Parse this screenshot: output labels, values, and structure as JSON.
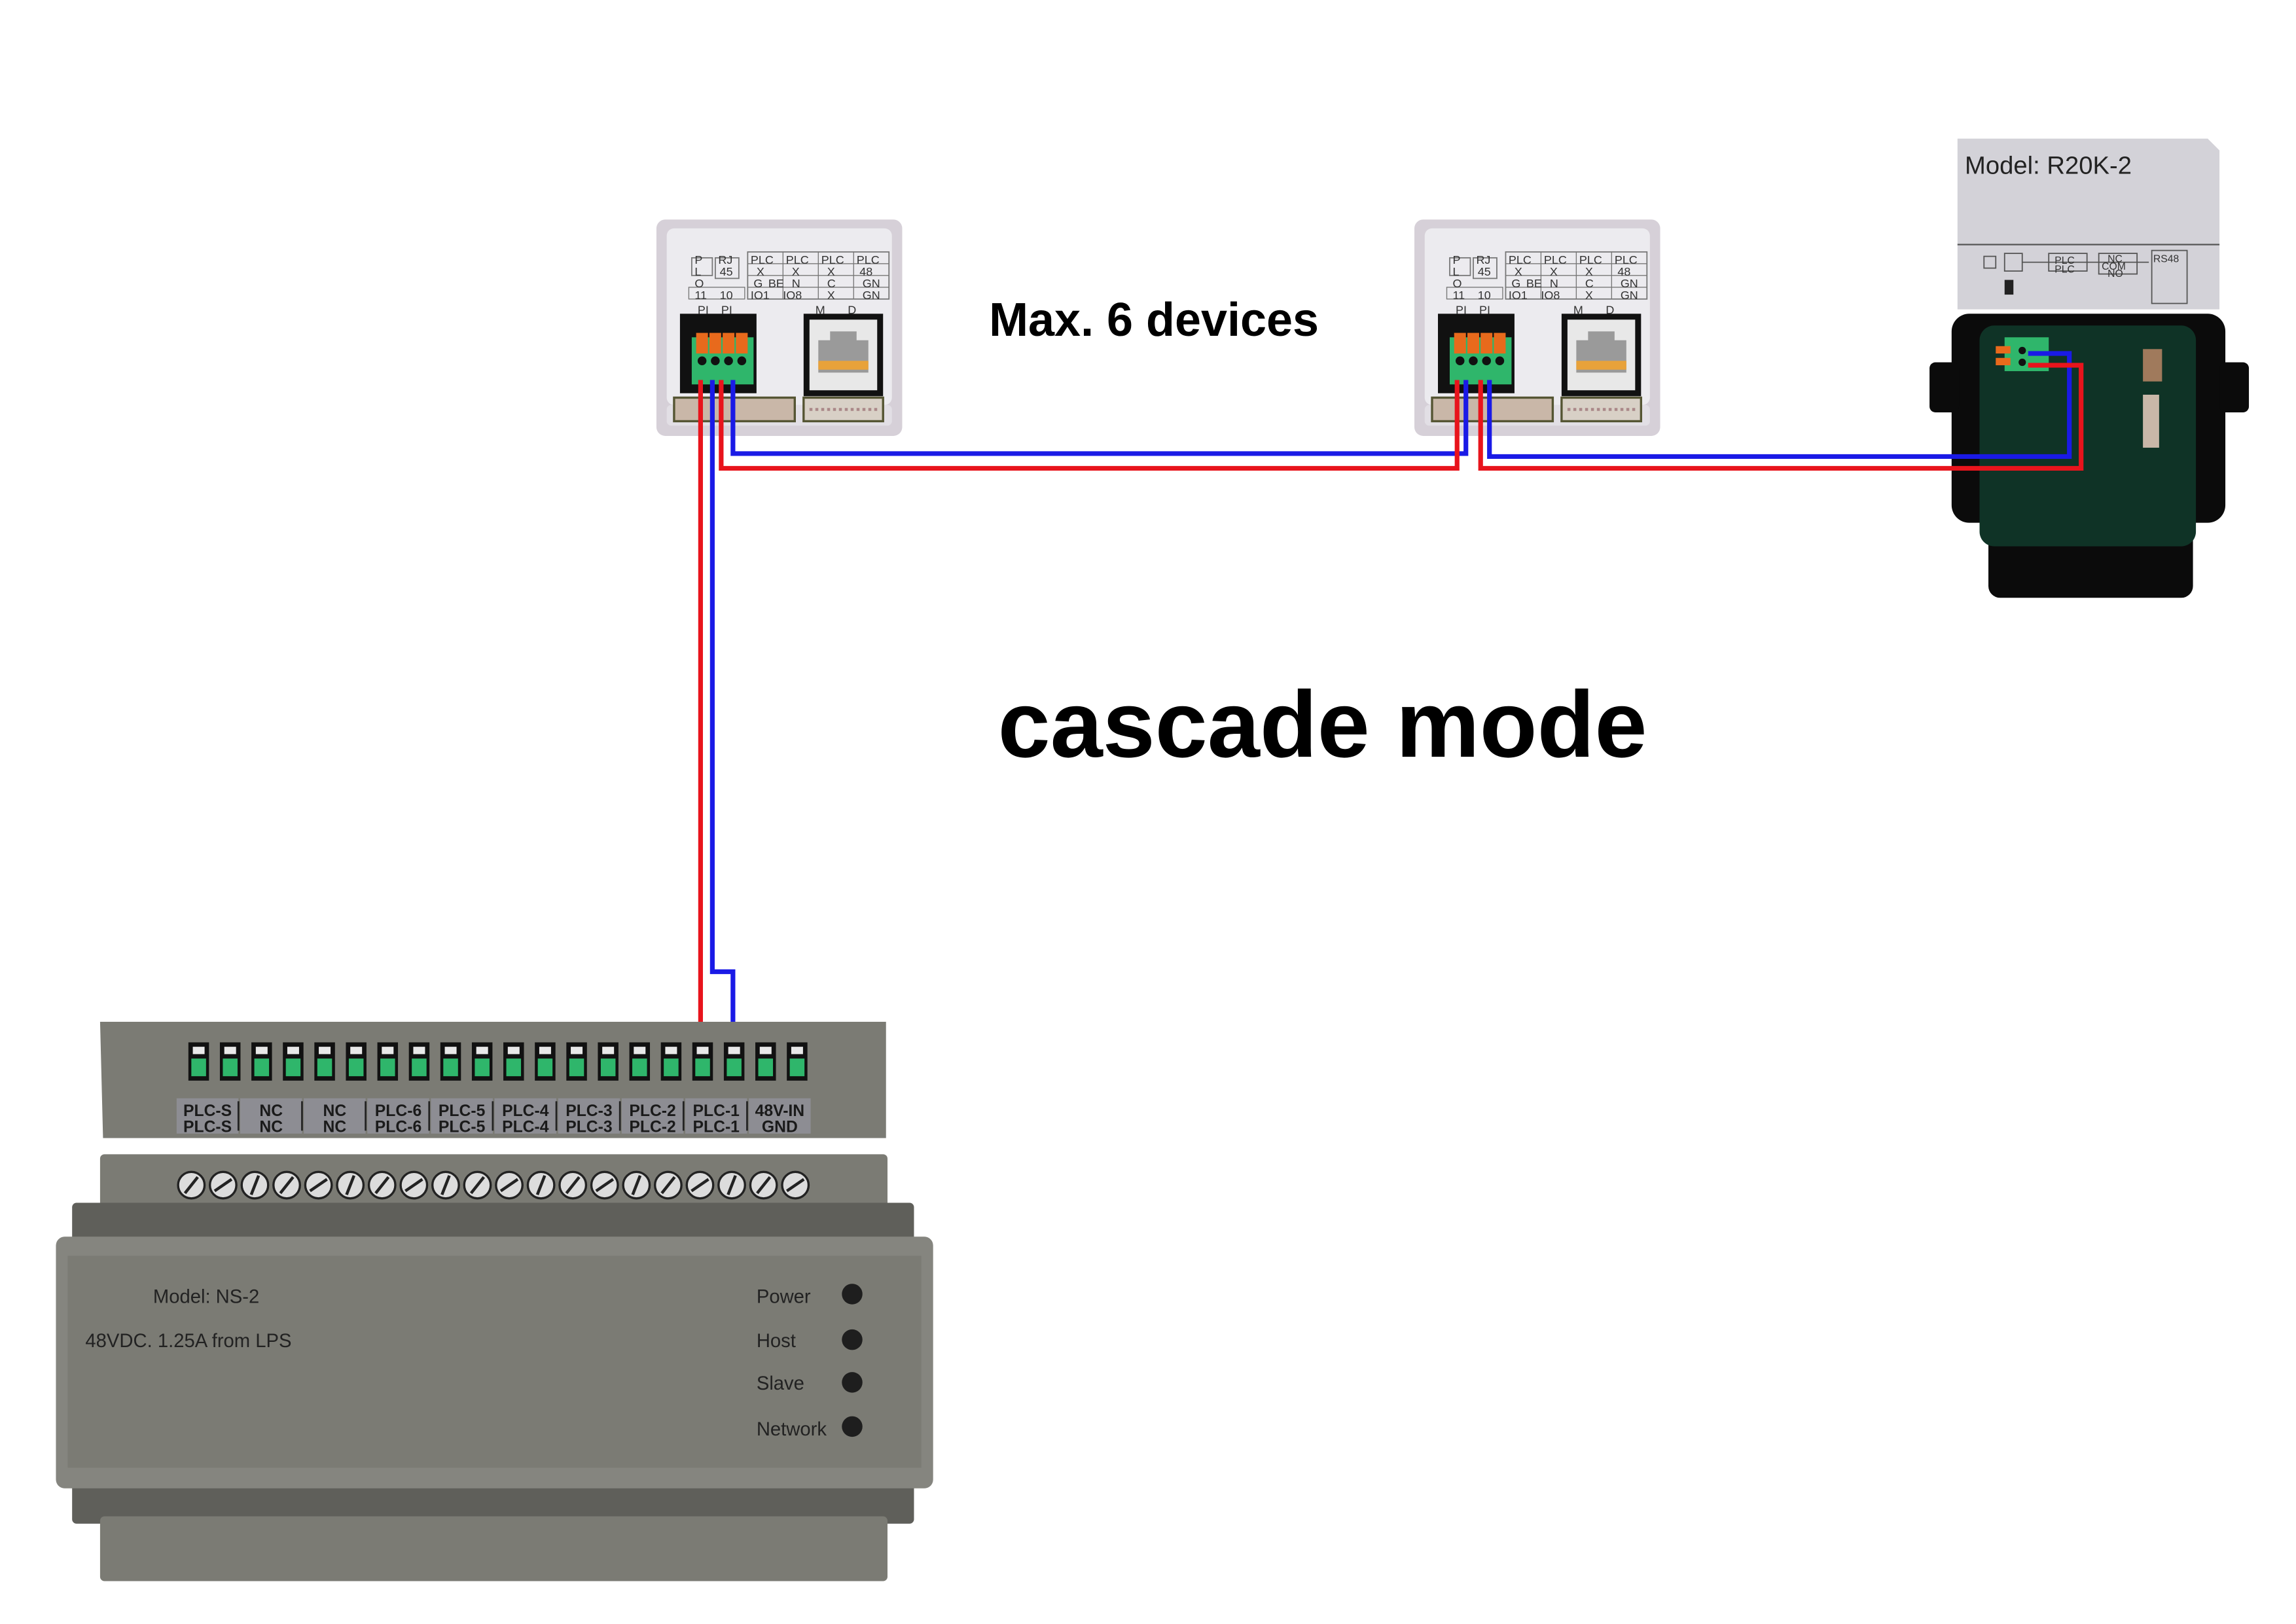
{
  "headline": "Max. 6 devices",
  "mode_title": "cascade mode",
  "colors": {
    "wire_red": "#e8141c",
    "wire_blue": "#1a1ae6",
    "terminal_green": "#2fb66b",
    "device_frame": "#d6d0d8",
    "device_face": "#ecebef",
    "ns_body": "#7b7b74",
    "r20k_body": "#0f3326"
  },
  "device_panel": {
    "top_labels": [
      "P",
      "RJ",
      "PLC",
      "PLC",
      "PLC",
      "PLC"
    ],
    "row2_labels": [
      "L",
      "45",
      "X",
      "X",
      "X",
      "48"
    ],
    "row3_labels": [
      "O",
      "G",
      "BE",
      "N",
      "C",
      "GN"
    ],
    "row4_labels": [
      "11",
      "10",
      "IO1",
      "IO8",
      "X",
      "GN"
    ],
    "bottom_labels": [
      "PI",
      "PI",
      "M",
      "D"
    ]
  },
  "r20k": {
    "model": "Model: R20K-2",
    "mini_labels": [
      "PLC",
      "PLC",
      "NC",
      "COM",
      "NO",
      "RS48"
    ]
  },
  "ns2": {
    "terminals_top": [
      "PLC-S",
      "NC",
      "NC",
      "PLC-6",
      "PLC-5",
      "PLC-4",
      "PLC-3",
      "PLC-2",
      "PLC-1",
      "48V-IN"
    ],
    "terminals_bottom": [
      "PLC-S",
      "NC",
      "NC",
      "PLC-6",
      "PLC-5",
      "PLC-4",
      "PLC-3",
      "PLC-2",
      "PLC-1",
      "GND"
    ],
    "model": "Model: NS-2",
    "power_spec": "48VDC. 1.25A from LPS",
    "indicators": [
      "Power",
      "Host",
      "Slave",
      "Network"
    ]
  }
}
